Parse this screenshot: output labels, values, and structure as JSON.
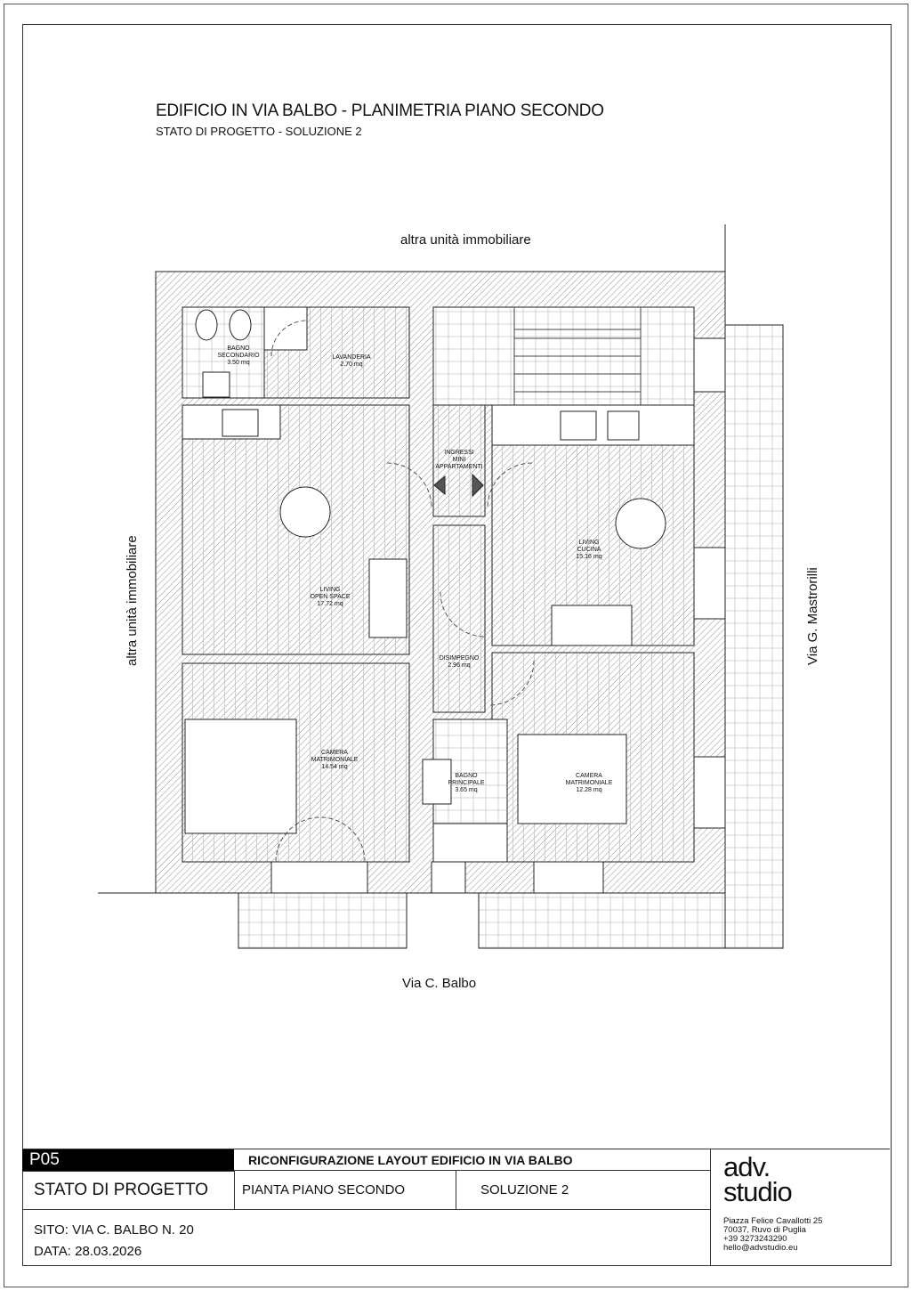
{
  "header": {
    "title": "EDIFICIO IN VIA BALBO - PLANIMETRIA PIANO SECONDO",
    "subtitle": "STATO DI PROGETTO - SOLUZIONE 2"
  },
  "plan": {
    "top_label": "altra unità immobiliare",
    "left_label": "altra unità immobiliare",
    "right_label": "Via G. Mastrorilli",
    "bottom_label": "Via C. Balbo",
    "rooms": [
      {
        "name": "BAGNO\nSECONDARIO",
        "area": "3.50 mq"
      },
      {
        "name": "LAVANDERIA",
        "area": "2.70 mq"
      },
      {
        "name": "INGRESSI\nMINI\nAPPARTAMENTI",
        "area": ""
      },
      {
        "name": "LIVING\nOPEN SPACE",
        "area": "17.72 mq"
      },
      {
        "name": "LIVING\nCUCINA",
        "area": "15.16 mq"
      },
      {
        "name": "DISIMPEGNO",
        "area": "2.96 mq"
      },
      {
        "name": "CAMERA\nMATRIMONIALE",
        "area": "14.54 mq"
      },
      {
        "name": "BAGNO\nPRINCIPALE",
        "area": "3.65 mq"
      },
      {
        "name": "CAMERA\nMATRIMONIALE",
        "area": "12.28 mq"
      }
    ]
  },
  "title_block": {
    "code": "P05",
    "project": "RICONFIGURAZIONE LAYOUT EDIFICIO IN VIA BALBO",
    "status": "STATO DI PROGETTO",
    "drawing": "PIANTA PIANO SECONDO",
    "solution": "SOLUZIONE 2",
    "site": "SITO: VIA C. BALBO N. 20",
    "date": "DATA: 28.03.2026",
    "studio_logo": "adv.\nstudio",
    "address_1": "Piazza Felice Cavallotti 25",
    "address_2": "70037, Ruvo di Puglia",
    "phone": "+39 3273243290",
    "email": "hello@advstudio.eu"
  }
}
